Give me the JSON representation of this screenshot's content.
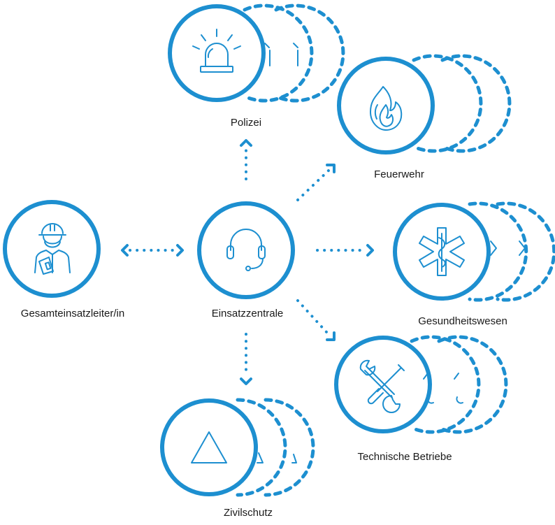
{
  "colors": {
    "accent": "#1d8fd0",
    "text": "#1a1a1a",
    "background": "#ffffff"
  },
  "nodes": {
    "center": {
      "label": "Einsatzzentrale",
      "icon": "headset-icon"
    },
    "leader": {
      "label": "Gesamteinsatzleiter/in",
      "icon": "worker-with-hardhat-icon"
    },
    "police": {
      "label": "Polizei",
      "icon": "siren-light-icon"
    },
    "fire": {
      "label": "Feuerwehr",
      "icon": "flame-icon"
    },
    "health": {
      "label": "Gesundheitswesen",
      "icon": "star-of-life-icon"
    },
    "tech": {
      "label": "Technische Betriebe",
      "icon": "wrench-screwdriver-icon"
    },
    "civil": {
      "label": "Zivilschutz",
      "icon": "triangle-icon"
    }
  }
}
